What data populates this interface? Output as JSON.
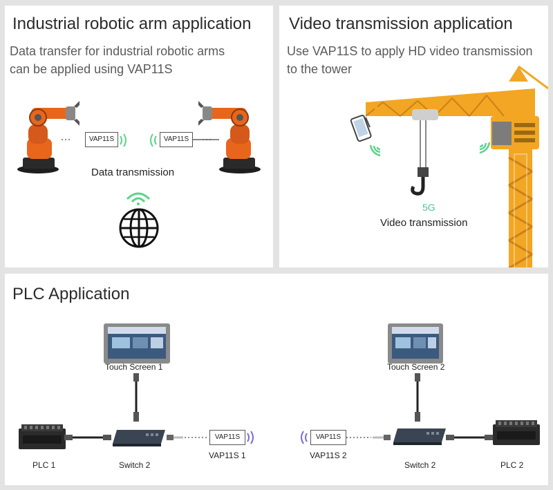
{
  "robot_panel": {
    "title": "Industrial robotic arm application",
    "subtitle_line1": "Data transfer for industrial robotic arms",
    "subtitle_line2": "can be applied using VAP11S",
    "module_left": "VAP11S",
    "module_right": "VAP11S",
    "caption": "Data transmission",
    "colors": {
      "robot": "#e8661c",
      "signal": "#5bd38a"
    }
  },
  "crane_panel": {
    "title": "Video transmission application",
    "subtitle_line1": "Use VAP11S to apply HD video transmission",
    "subtitle_line2": "to the tower",
    "badge": "5G",
    "caption": "Video transmission",
    "colors": {
      "crane": "#f2a623",
      "badge": "#4fc58a",
      "signal": "#5bd38a"
    }
  },
  "plc_panel": {
    "title": "PLC Application",
    "left": {
      "touch_screen": "Touch Screen 1",
      "plc": "PLC 1",
      "switch": "Switch 2",
      "module": "VAP11S",
      "module_caption": "VAP11S 1"
    },
    "right": {
      "touch_screen": "Touch Screen 2",
      "plc": "PLC 2",
      "switch": "Switch 2",
      "module": "VAP11S",
      "module_caption": "VAP11S 2"
    },
    "colors": {
      "signal": "#7a6ad8"
    }
  }
}
